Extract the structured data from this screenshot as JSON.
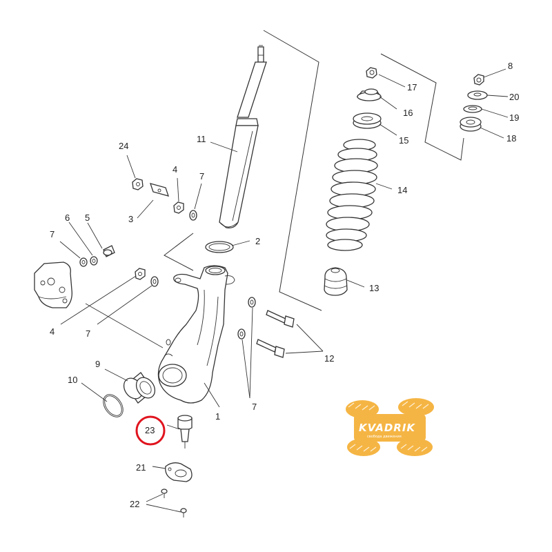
{
  "diagram": {
    "callouts": {
      "c1": "1",
      "c2": "2",
      "c3": "3",
      "c4a": "4",
      "c4b": "4",
      "c5": "5",
      "c6": "6",
      "c7a": "7",
      "c7b": "7",
      "c7c": "7",
      "c7d": "7",
      "c8": "8",
      "c9": "9",
      "c10": "10",
      "c11": "11",
      "c12": "12",
      "c13": "13",
      "c14": "14",
      "c15": "15",
      "c16": "16",
      "c17": "17",
      "c18": "18",
      "c19": "19",
      "c20": "20",
      "c21": "21",
      "c22": "22",
      "c23": "23",
      "c24": "24"
    },
    "highlight_color": "#e0141e",
    "line_color": "#333333"
  },
  "watermark": {
    "brand": "KVADRIK",
    "tagline": "свобода движения",
    "color": "#f5a623"
  }
}
